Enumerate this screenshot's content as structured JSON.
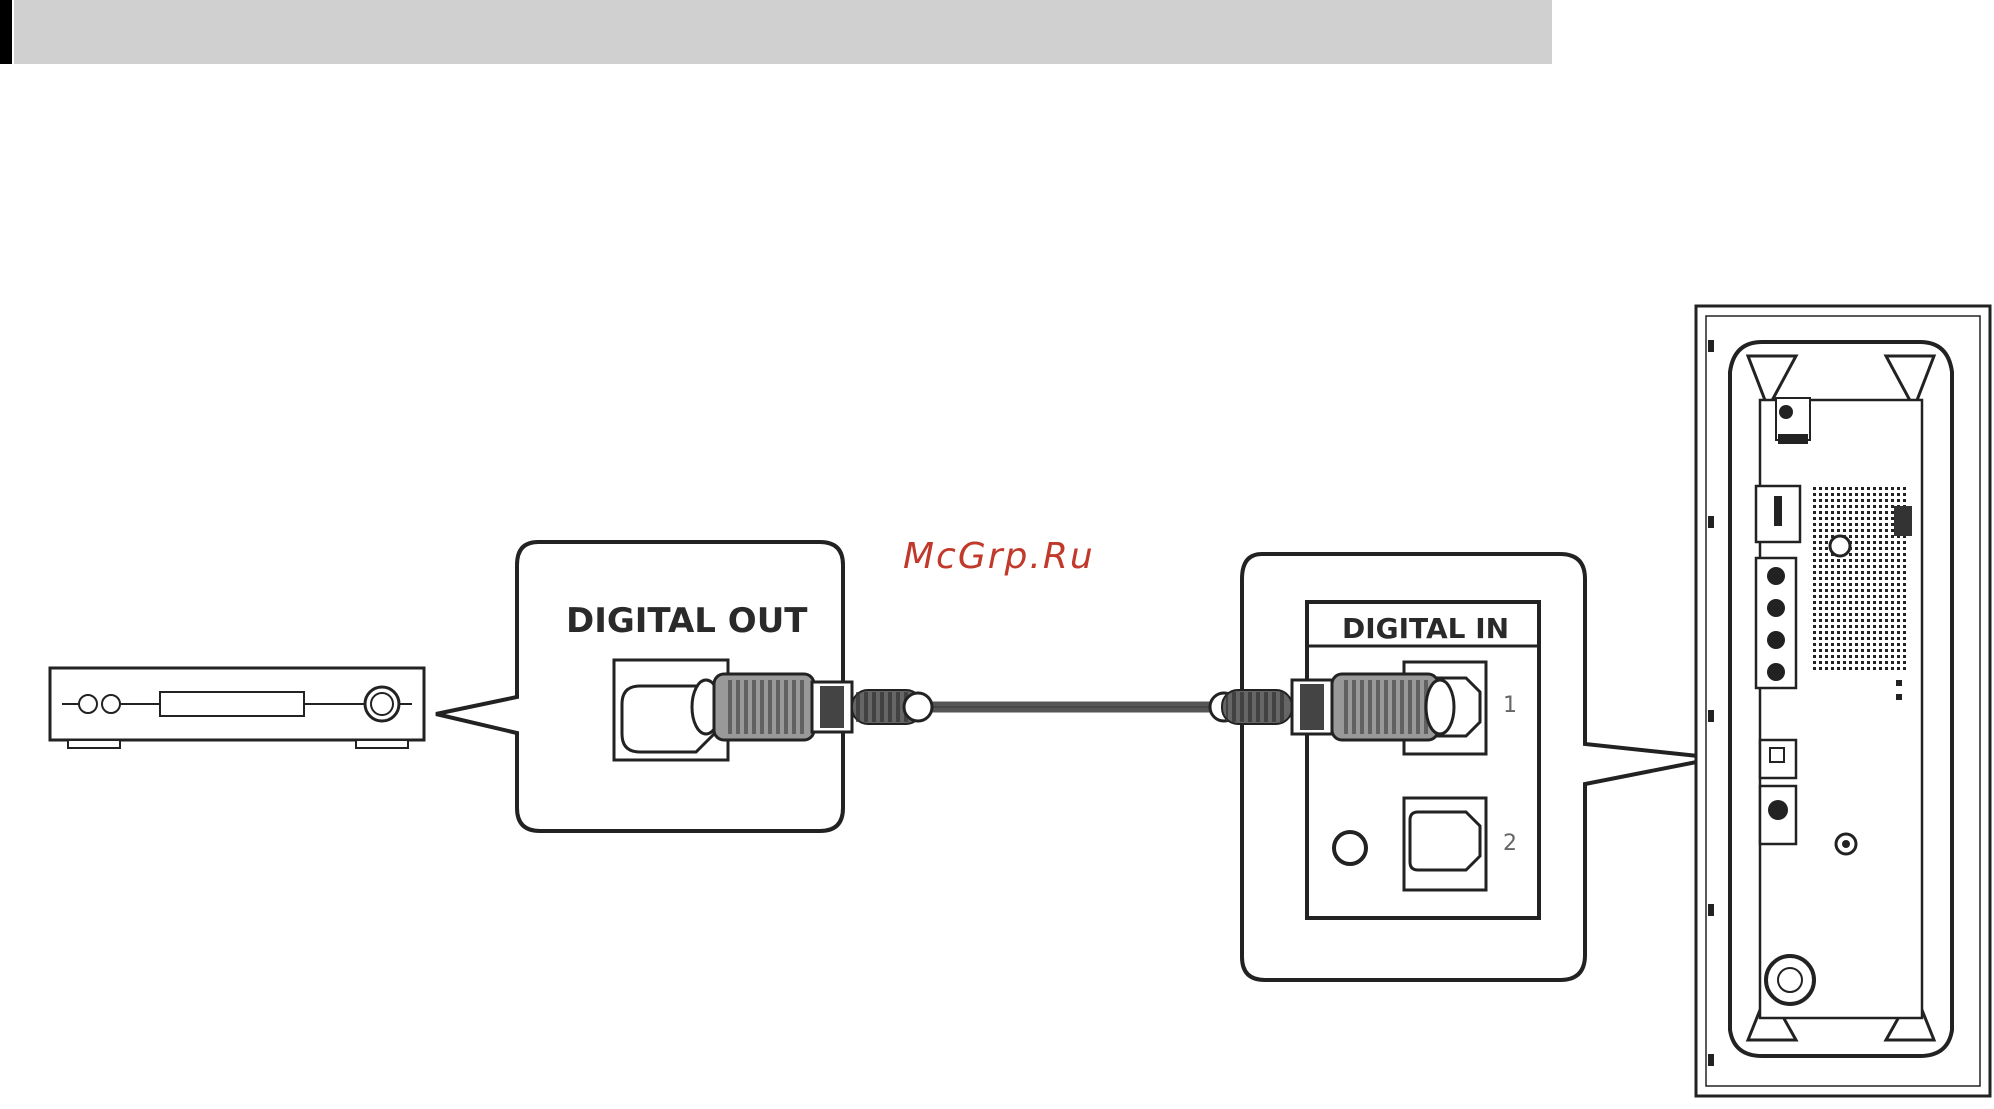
{
  "header_bar": {
    "color": "#d0d0d0",
    "edge_color": "#000000"
  },
  "watermark": {
    "text": "McGrp.Ru",
    "color": "#c0392b"
  },
  "source_device": {
    "callout_label": "DIGITAL OUT",
    "icon": "av-source-device-icon"
  },
  "receiver_unit": {
    "callout_label": "DIGITAL IN",
    "port_numbers": [
      "1",
      "2"
    ],
    "icon": "receiver-back-panel-icon"
  },
  "cable": {
    "icon": "optical-cable-icon",
    "color": "#555555"
  }
}
